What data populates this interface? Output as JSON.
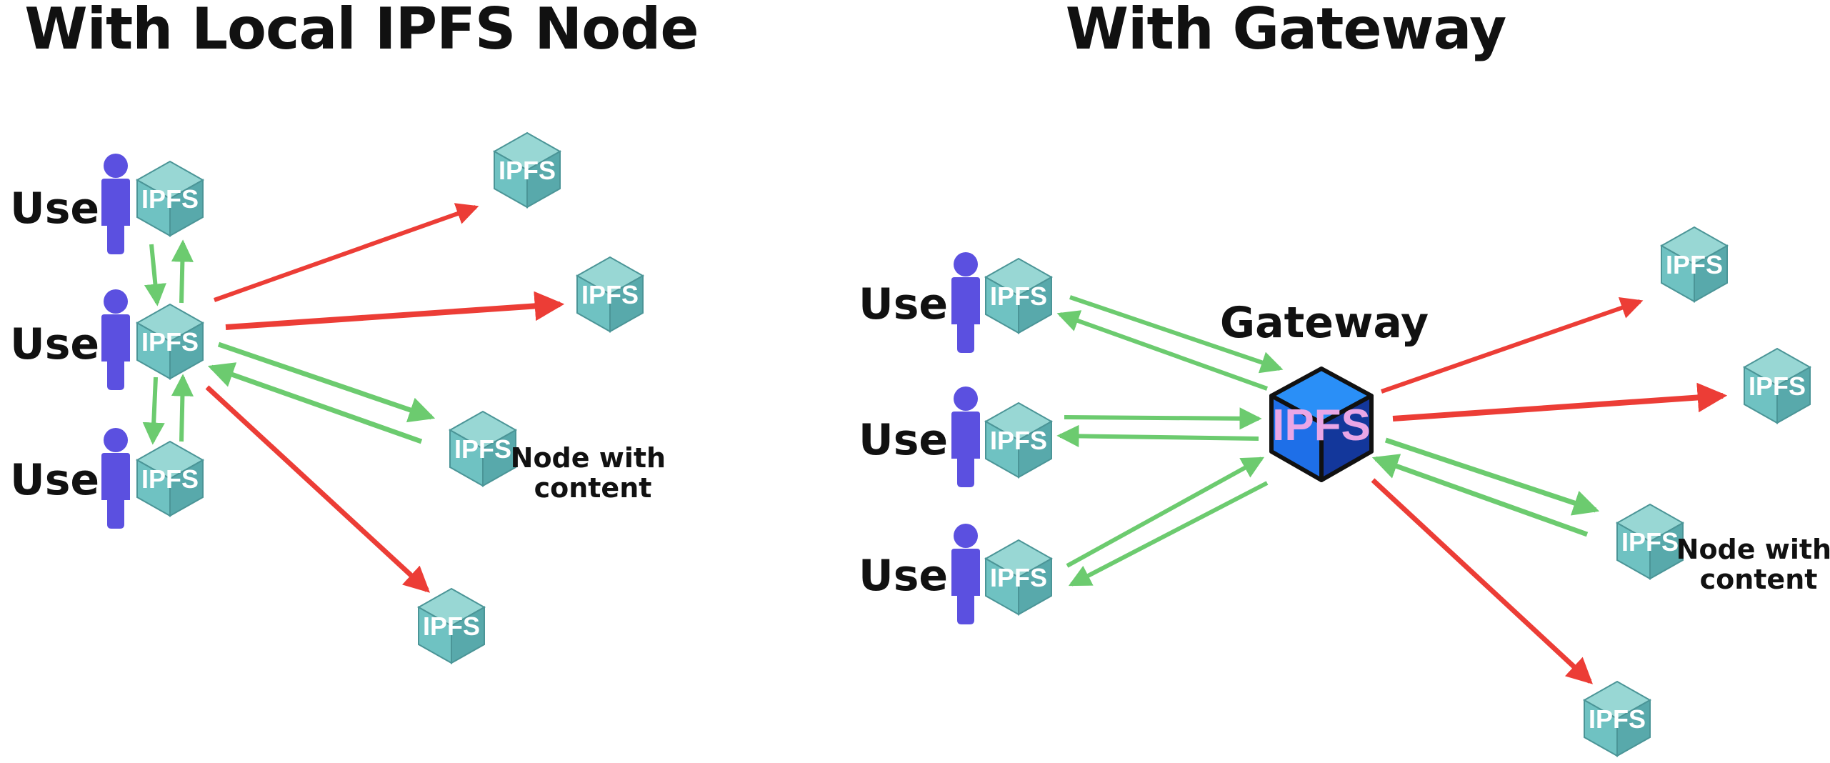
{
  "colors": {
    "cube_top": "#98d7d4",
    "cube_left": "#6fc2c2",
    "cube_right": "#58a9ab",
    "cube_stroke": "#4b9597",
    "user": "#5b50e0",
    "request_arrow": "#ec3d36",
    "response_arrow": "#6ccb6f",
    "gateway_top": "#2a8ff7",
    "gateway_left": "#1e6fe8",
    "gateway_right": "#13379b",
    "gateway_text": "#e9a6e6"
  },
  "icons": {
    "node": "ipfs-cube-icon",
    "user": "user-silhouette-icon",
    "gateway": "gateway-cube-icon"
  },
  "left_panel": {
    "title": "With Local IPFS Node",
    "user_label": "User",
    "node_label": "IPFS",
    "content_note": [
      "Node with",
      "content"
    ]
  },
  "right_panel": {
    "title": "With Gateway",
    "user_label": "User",
    "node_label": "IPFS",
    "gateway_label": "Gateway",
    "gateway_node_label": "IPFS",
    "content_note": [
      "Node with",
      "content"
    ]
  }
}
